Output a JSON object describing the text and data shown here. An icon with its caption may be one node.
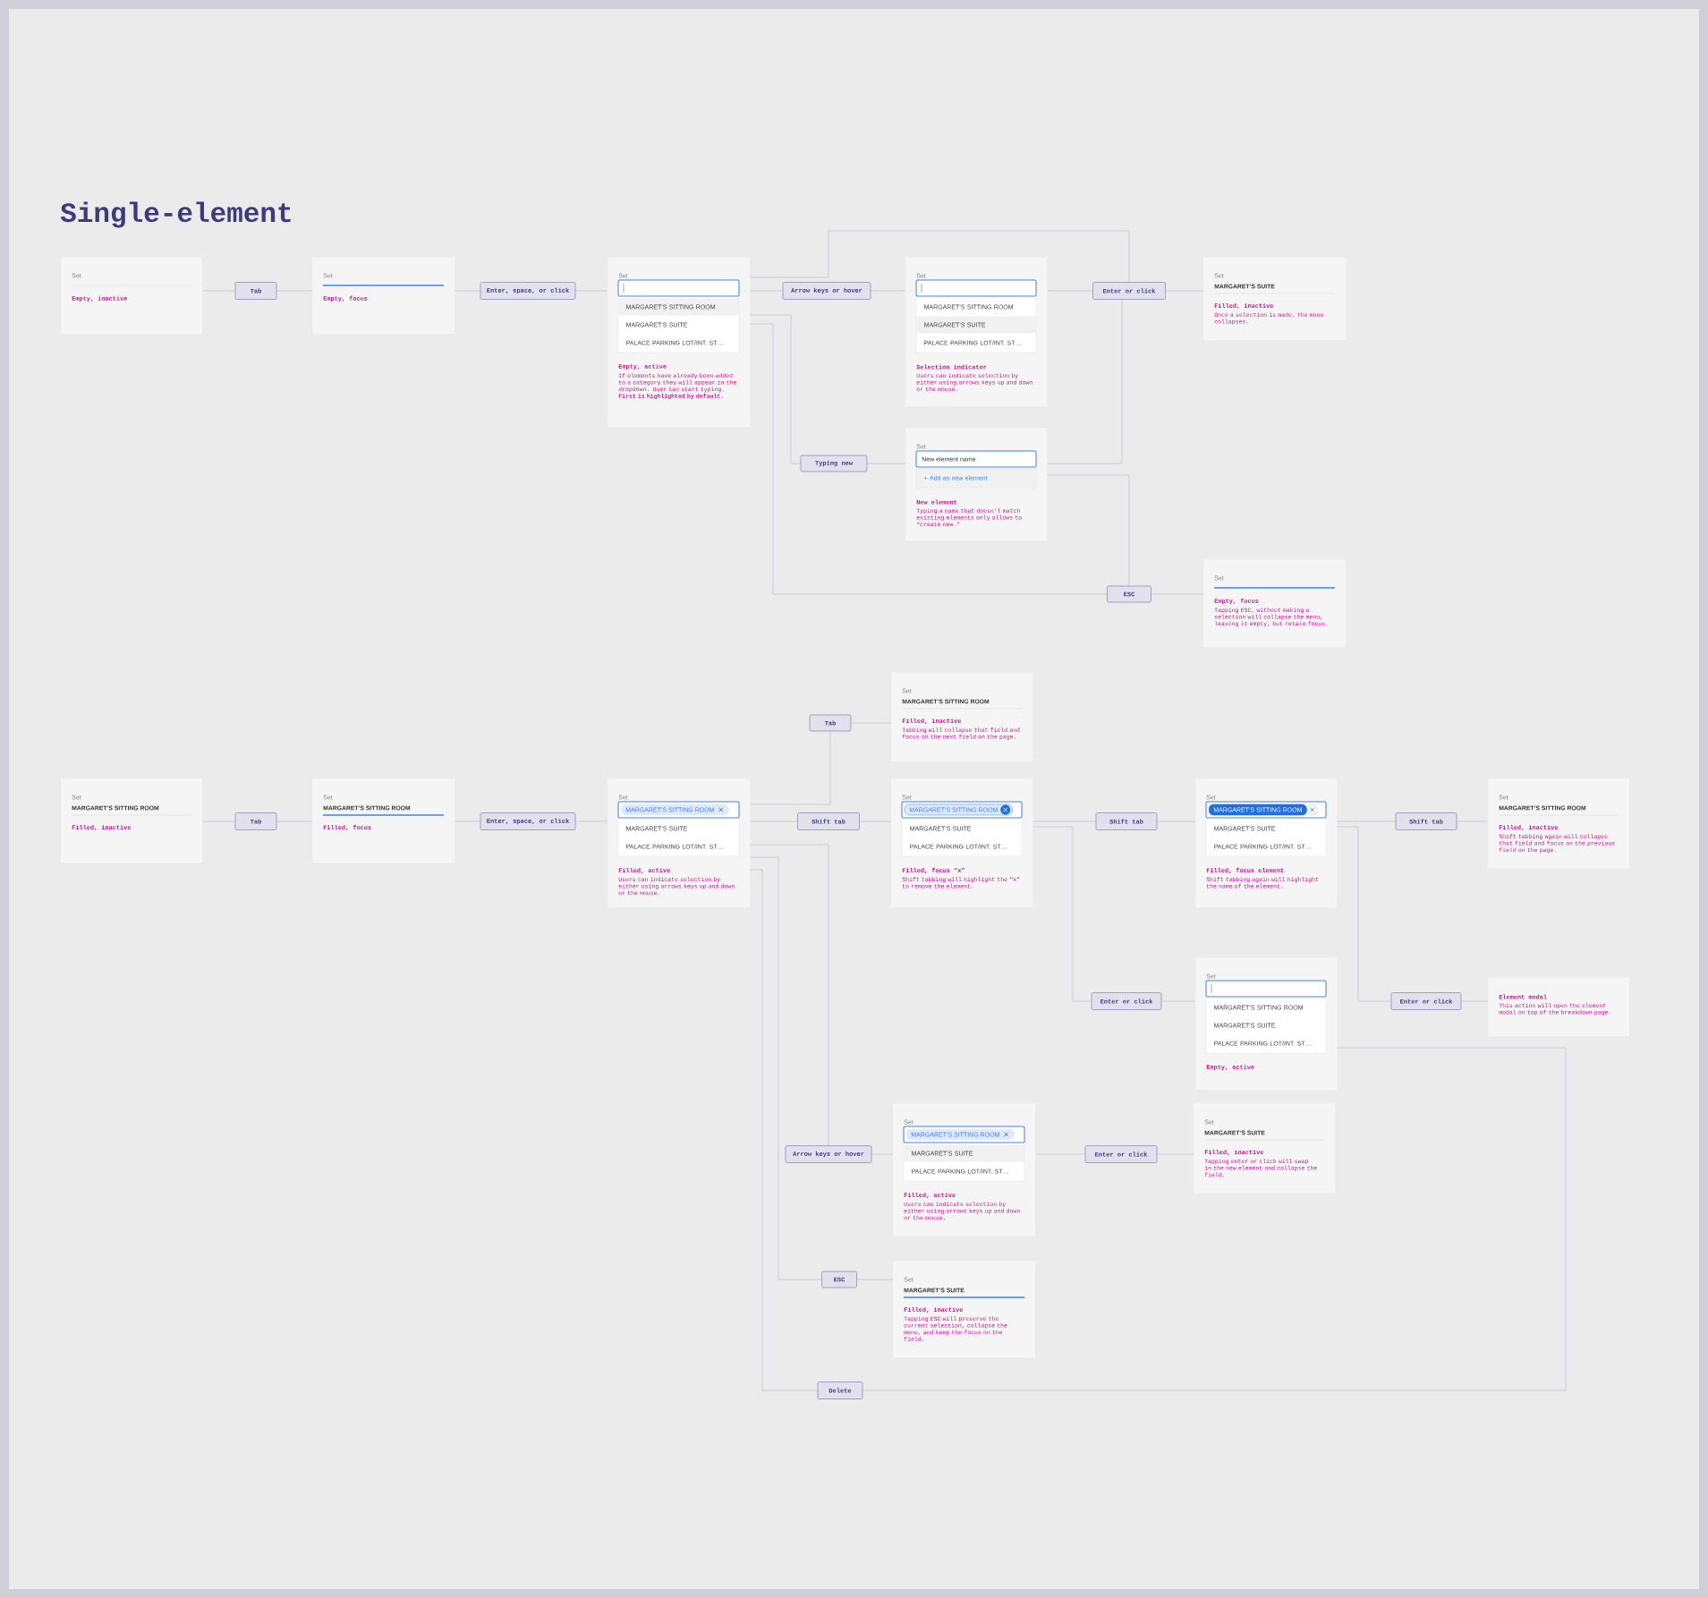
{
  "diagram": {
    "title": "Single-element",
    "nodes": [
      {
        "text": [
          "Set",
          "Empty, inactive"
        ]
      },
      {
        "text": [
          "Tab"
        ]
      },
      {
        "text": [
          "Set",
          "Empty, focus"
        ]
      },
      {
        "text": [
          "Enter, space, or click"
        ]
      },
      {
        "text": [
          "Set",
          "MARGARET’S SITTING ROOM",
          "MARGARET’S SUITE",
          "PALACE PARKING LOT/INT. ST…",
          "Empty, active",
          "If elements have already been added to a category they will appear in the dropdown. User can start typing. **First is highlighted by default.**"
        ]
      },
      {
        "text": [
          "Arrow keys or hover"
        ]
      },
      {
        "text": [
          "Set",
          "MARGARET’S SITTING ROOM",
          "MARGARET’S SUITE",
          "PALACE PARKING LOT/INT. ST…",
          "Selection indicator",
          "Users can indicate selection by either using arrows keys up and down or the mouse."
        ]
      },
      {
        "text": [
          "Enter or click"
        ]
      },
      {
        "text": [
          "Set",
          "MARGARET’S SUITE",
          "Filled, inactive",
          "Once a selection is made, the menu collapses."
        ]
      },
      {
        "text": [
          "Typing new"
        ]
      },
      {
        "text": [
          "Set",
          "New element name",
          "+ Add as new element",
          "New element",
          "Typing a name that doesn’t match existing elements only allows to “create new.”"
        ]
      },
      {
        "text": [
          "ESC"
        ]
      },
      {
        "text": [
          "Set",
          "Empty, focus",
          "Tapping ESC, without making a selection will collapse the menu, leaving it empty, but retain focus."
        ]
      },
      {
        "text": [
          "Tab"
        ]
      },
      {
        "text": [
          "Set",
          "MARGARET’S SITTING ROOM",
          "Filled, inactive",
          "Tabbing will collapse that field and focus on the next field on the page."
        ]
      },
      {
        "text": [
          "Set",
          "MARGARET’S SITTING ROOM",
          "Filled, inactive"
        ]
      },
      {
        "text": [
          "Tab"
        ]
      },
      {
        "text": [
          "Set",
          "MARGARET’S SITTING ROOM",
          "Filled, focus"
        ]
      },
      {
        "text": [
          "Enter, space, or click"
        ]
      },
      {
        "text": [
          "Set",
          "MARGARET’S SITTING ROOM",
          "MARGARET’S SUITE",
          "PALACE PARKING LOT/INT. ST…",
          "Filled, active",
          "Users can indicate selection by either using arrows keys up and down or the mouse."
        ]
      },
      {
        "text": [
          "Shift tab"
        ]
      },
      {
        "text": [
          "Set",
          "MARGARET’S SITTING ROOM",
          "MARGARET’S SUITE",
          "PALACE PARKING LOT/INT. ST…",
          "Filled, focus “x”",
          "Shift tabbing will highlight the “x” to remove the element."
        ]
      },
      {
        "text": [
          "Shift tab"
        ]
      },
      {
        "text": [
          "Set",
          "MARGARET’S SITTING ROOM",
          "MARGARET’S SUITE",
          "PALACE PARKING LOT/INT. ST…",
          "Filled, focus element",
          "Shift tabbing again will highlight the name of the element."
        ]
      },
      {
        "text": [
          "Shift tab"
        ]
      },
      {
        "text": [
          "Set",
          "MARGARET’S SITTING ROOM",
          "Filled, inactive",
          "Shift tabbing again will collapse that field and focus on the previous field on the page."
        ]
      },
      {
        "text": [
          "Enter or click"
        ]
      },
      {
        "text": [
          "Set",
          "MARGARET’S SITTING ROOM",
          "MARGARET’S SUITE",
          "PALACE PARKING LOT/INT. ST…",
          "Empty, active"
        ]
      },
      {
        "text": [
          "Enter or click"
        ]
      },
      {
        "text": [
          "Element modal",
          "This action will open the element modal on top of the breakdown page."
        ]
      },
      {
        "text": [
          "Arrow keys or hover"
        ]
      },
      {
        "text": [
          "Set",
          "MARGARET’S SITTING ROOM",
          "MARGARET’S SUITE",
          "PALACE PARKING LOT/INT. ST…",
          "Filled, active",
          "Users can indicate selection by either using arrows keys up and down or the mouse."
        ]
      },
      {
        "text": [
          "Enter or click"
        ]
      },
      {
        "text": [
          "Set",
          "MARGARET’S SUITE",
          "Filled, inactive",
          "Tapping enter or click will swap in the new element and collapse the field."
        ]
      },
      {
        "text": [
          "ESC"
        ]
      },
      {
        "text": [
          "Set",
          "MARGARET’S SUITE",
          "Filled, inactive",
          "Tapping ESC will preserve the current selection, collapse the menu, and keep the focus on the field."
        ]
      },
      {
        "text": [
          "Delete"
        ]
      }
    ],
    "edges": [
      {
        "from": 0,
        "to": 1,
        "arrow": "none"
      },
      {
        "from": 1,
        "to": 2,
        "arrow": "none"
      },
      {
        "from": 2,
        "to": 3,
        "arrow": "none"
      },
      {
        "from": 3,
        "to": 4,
        "arrow": "none"
      },
      {
        "from": 4,
        "to": 5,
        "arrow": "none"
      },
      {
        "from": 5,
        "to": 6,
        "arrow": "none"
      },
      {
        "from": 6,
        "to": 7,
        "arrow": "none"
      },
      {
        "from": 7,
        "to": 8,
        "arrow": "none"
      },
      {
        "from": 4,
        "to": 7,
        "arrow": "none"
      },
      {
        "from": 4,
        "to": 9,
        "arrow": "none"
      },
      {
        "from": 9,
        "to": 10,
        "arrow": "none"
      },
      {
        "from": 10,
        "to": 7,
        "arrow": "none"
      },
      {
        "from": 4,
        "to": 11,
        "arrow": "none"
      },
      {
        "from": 10,
        "to": 11,
        "arrow": "none"
      },
      {
        "from": 11,
        "to": 12,
        "arrow": "none"
      },
      {
        "from": 15,
        "to": 16,
        "arrow": "none"
      },
      {
        "from": 16,
        "to": 17,
        "arrow": "none"
      },
      {
        "from": 17,
        "to": 18,
        "arrow": "none"
      },
      {
        "from": 18,
        "to": 19,
        "arrow": "none"
      },
      {
        "from": 19,
        "to": 20,
        "arrow": "none"
      },
      {
        "from": 20,
        "to": 21,
        "arrow": "none"
      },
      {
        "from": 21,
        "to": 22,
        "arrow": "none"
      },
      {
        "from": 22,
        "to": 23,
        "arrow": "none"
      },
      {
        "from": 23,
        "to": 24,
        "arrow": "none"
      },
      {
        "from": 24,
        "to": 25,
        "arrow": "none"
      },
      {
        "from": 19,
        "to": 13,
        "arrow": "none"
      },
      {
        "from": 13,
        "to": 14,
        "arrow": "none"
      },
      {
        "from": 21,
        "to": 26,
        "arrow": "none"
      },
      {
        "from": 26,
        "to": 27,
        "arrow": "none"
      },
      {
        "from": 23,
        "to": 28,
        "arrow": "none"
      },
      {
        "from": 28,
        "to": 29,
        "arrow": "none"
      },
      {
        "from": 19,
        "to": 30,
        "arrow": "none"
      },
      {
        "from": 30,
        "to": 31,
        "arrow": "none"
      },
      {
        "from": 31,
        "to": 32,
        "arrow": "none"
      },
      {
        "from": 32,
        "to": 33,
        "arrow": "none"
      },
      {
        "from": 19,
        "to": 34,
        "arrow": "none"
      },
      {
        "from": 34,
        "to": 35,
        "arrow": "none"
      },
      {
        "from": 19,
        "to": 36,
        "arrow": "none"
      },
      {
        "from": 36,
        "to": 27,
        "arrow": "none"
      }
    ]
  }
}
